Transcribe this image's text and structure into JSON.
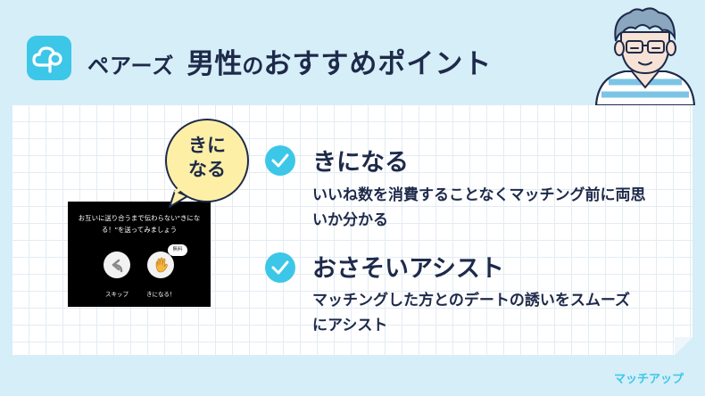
{
  "header": {
    "app_name": "ペアーズ",
    "title_strong": "男性",
    "title_particle": "の",
    "title_rest": "おすすめポイント"
  },
  "phone": {
    "message": "お互いに送り合うまで伝わらない\"きになる！\"を送ってみましょう",
    "skip_label": "スキップ",
    "kini_label": "きになる！",
    "free_badge": "無料"
  },
  "bubble": {
    "line1": "きに",
    "line2": "なる"
  },
  "features": [
    {
      "title": "きになる",
      "desc": "いいね数を消費することなくマッチング前に両思いか分かる"
    },
    {
      "title": "おさそいアシスト",
      "desc": "マッチングした方とのデートの誘いをスムーズにアシスト"
    }
  ],
  "brand": {
    "name": "マッチアップ"
  },
  "colors": {
    "background": "#d6eef8",
    "accent": "#3cc7e8",
    "text": "#1e2a4a",
    "bubble": "#fdf0a6"
  }
}
